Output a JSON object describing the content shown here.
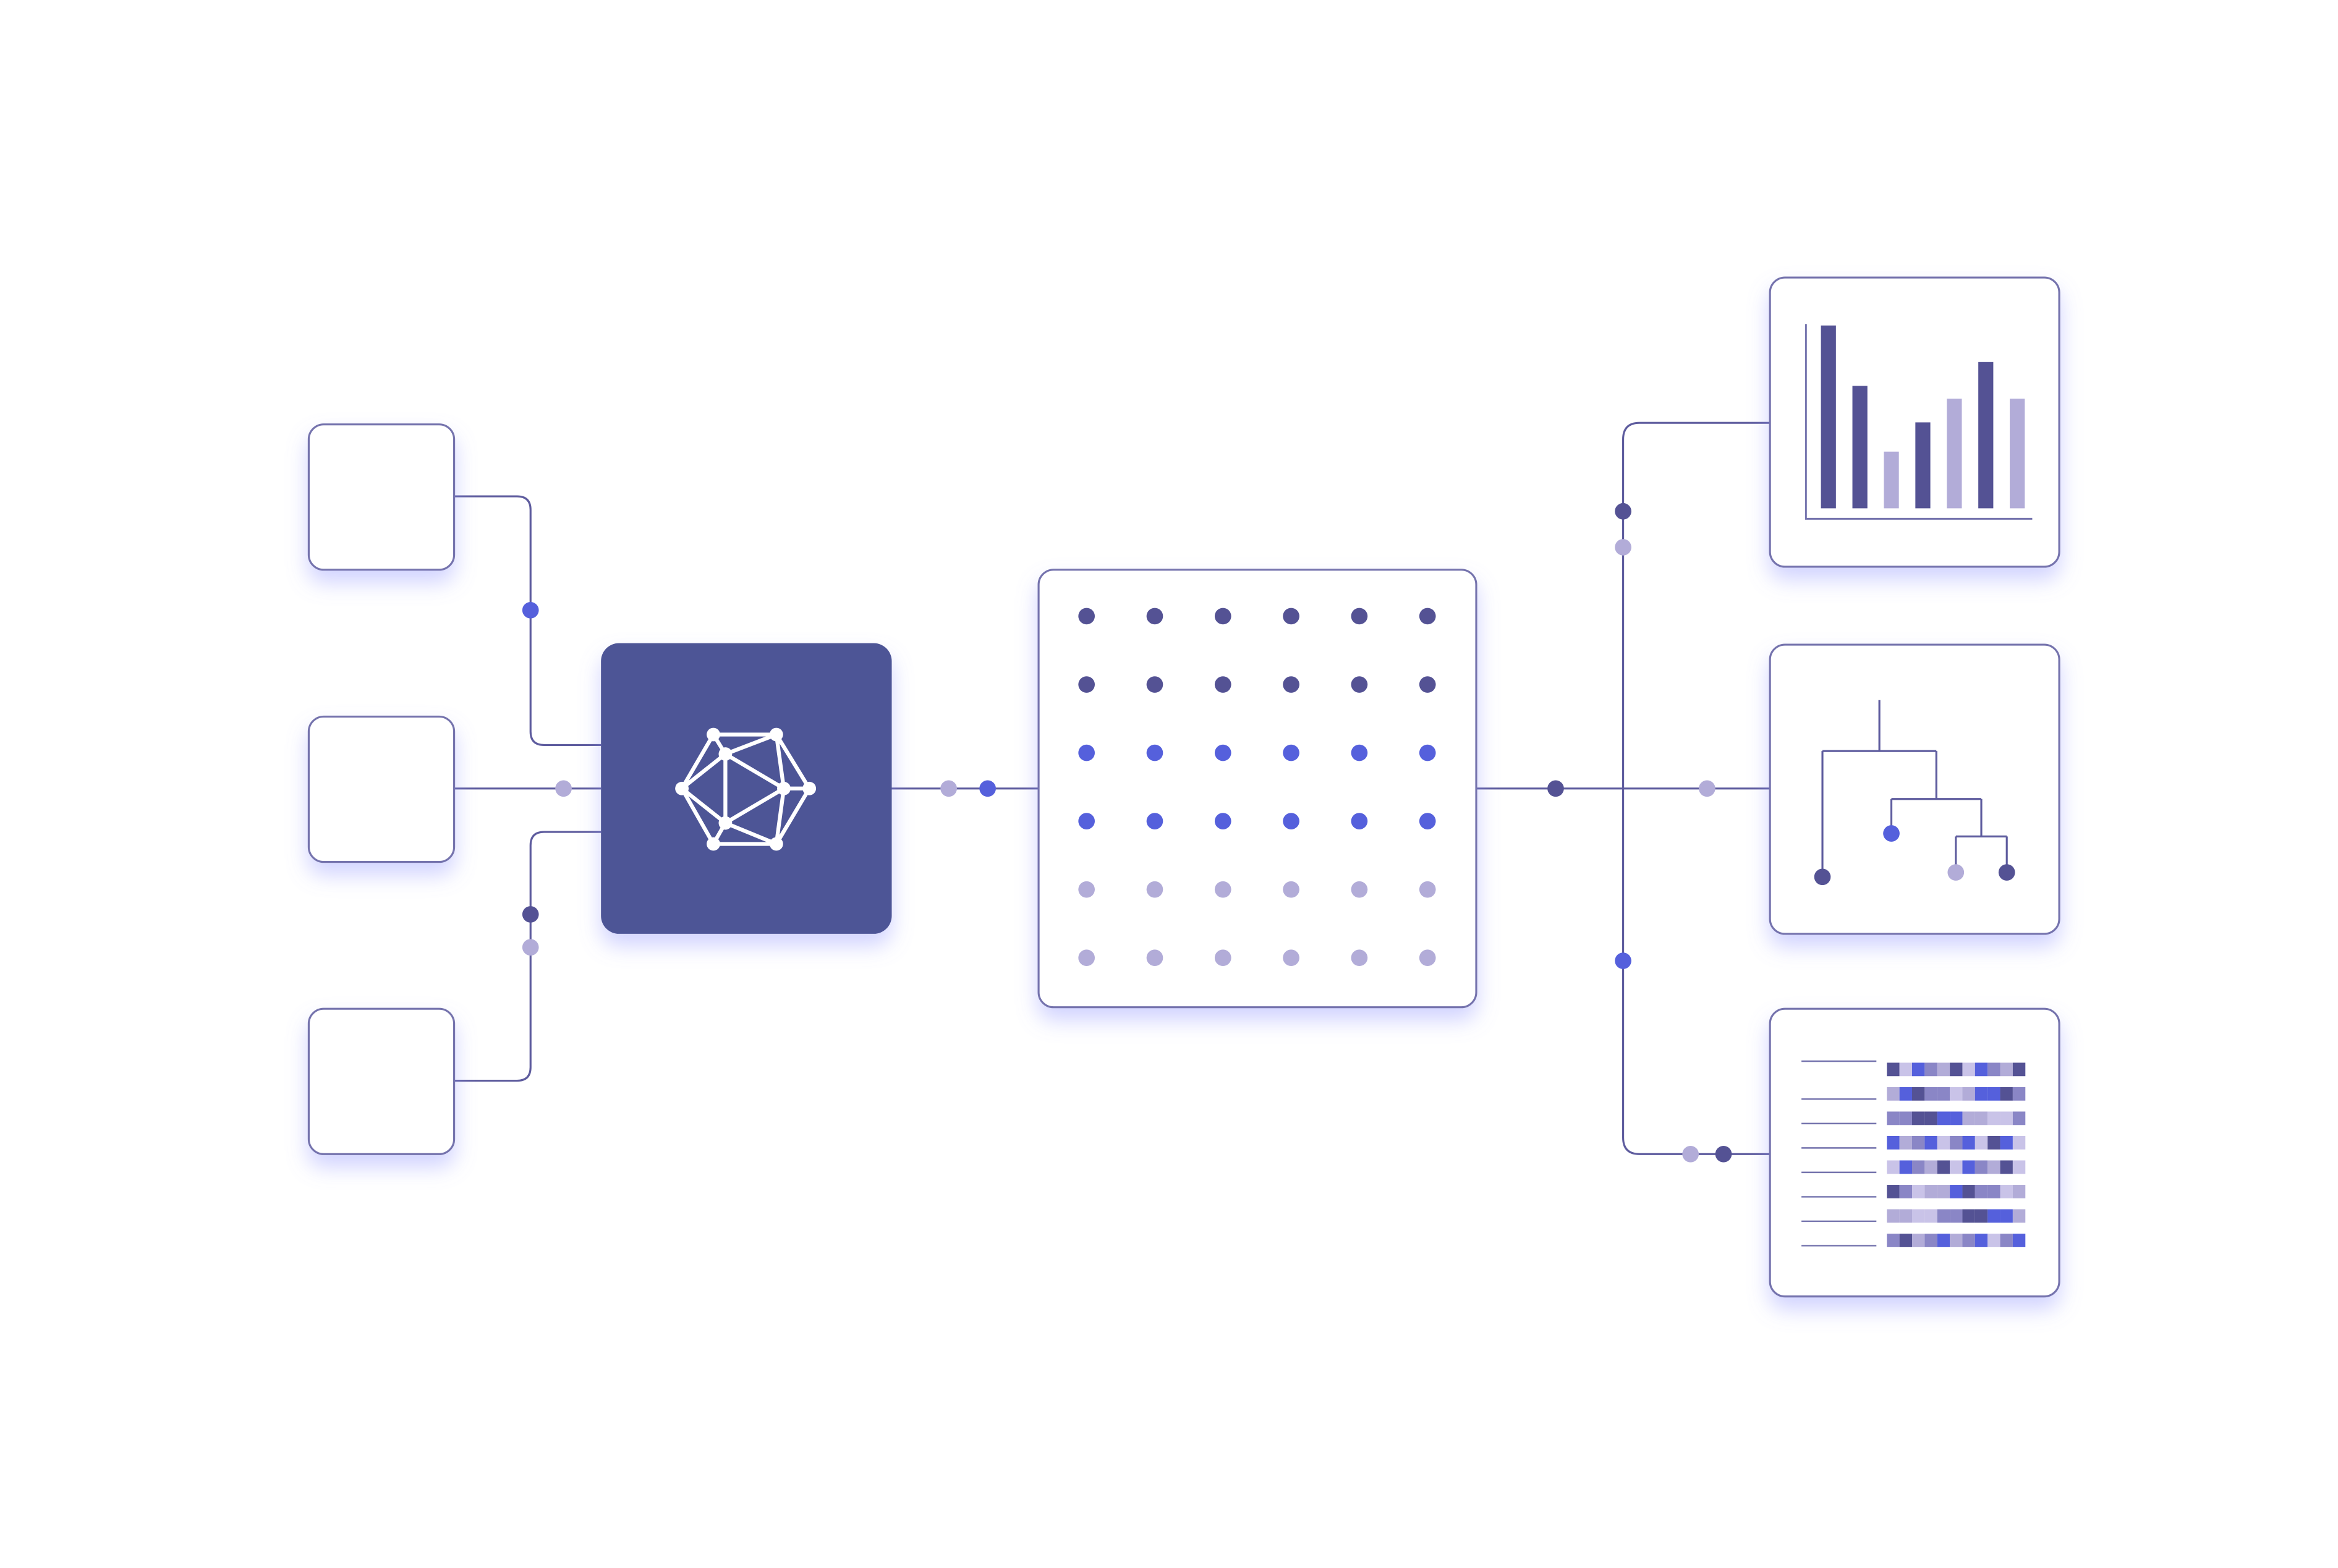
{
  "colors": {
    "background": "#ffffff",
    "grid": "#e8eaf8",
    "line": "#5e5c9e",
    "box_border": "#7473ad",
    "glow": "#8c91ff",
    "hub_fill": "#4d5496",
    "hub_icon": "#ffffff",
    "dark": "#545294",
    "blue": "#5560dc",
    "light": "#b2acd8"
  },
  "icons": {
    "hub": "molecule-network-icon",
    "matrix": "dot-matrix-icon",
    "bar_chart": "bar-chart-icon",
    "dendrogram": "dendrogram-icon",
    "heatmap": "heatmap-icon"
  },
  "matrix": {
    "rows": [
      "dark",
      "dark",
      "blue",
      "blue",
      "light",
      "light"
    ],
    "columns": 6
  },
  "bar_chart": {
    "values": [
      1.0,
      0.67,
      0.31,
      0.47,
      0.6,
      0.8,
      0.6
    ],
    "tones": [
      "dark",
      "dark",
      "light",
      "dark",
      "light",
      "dark",
      "light"
    ]
  },
  "heatmap": {
    "rows": 8,
    "columns": 11,
    "palette": [
      "#545294",
      "#5560dc",
      "#b2acd8",
      "#c9c3e8",
      "#8a86c6"
    ]
  }
}
